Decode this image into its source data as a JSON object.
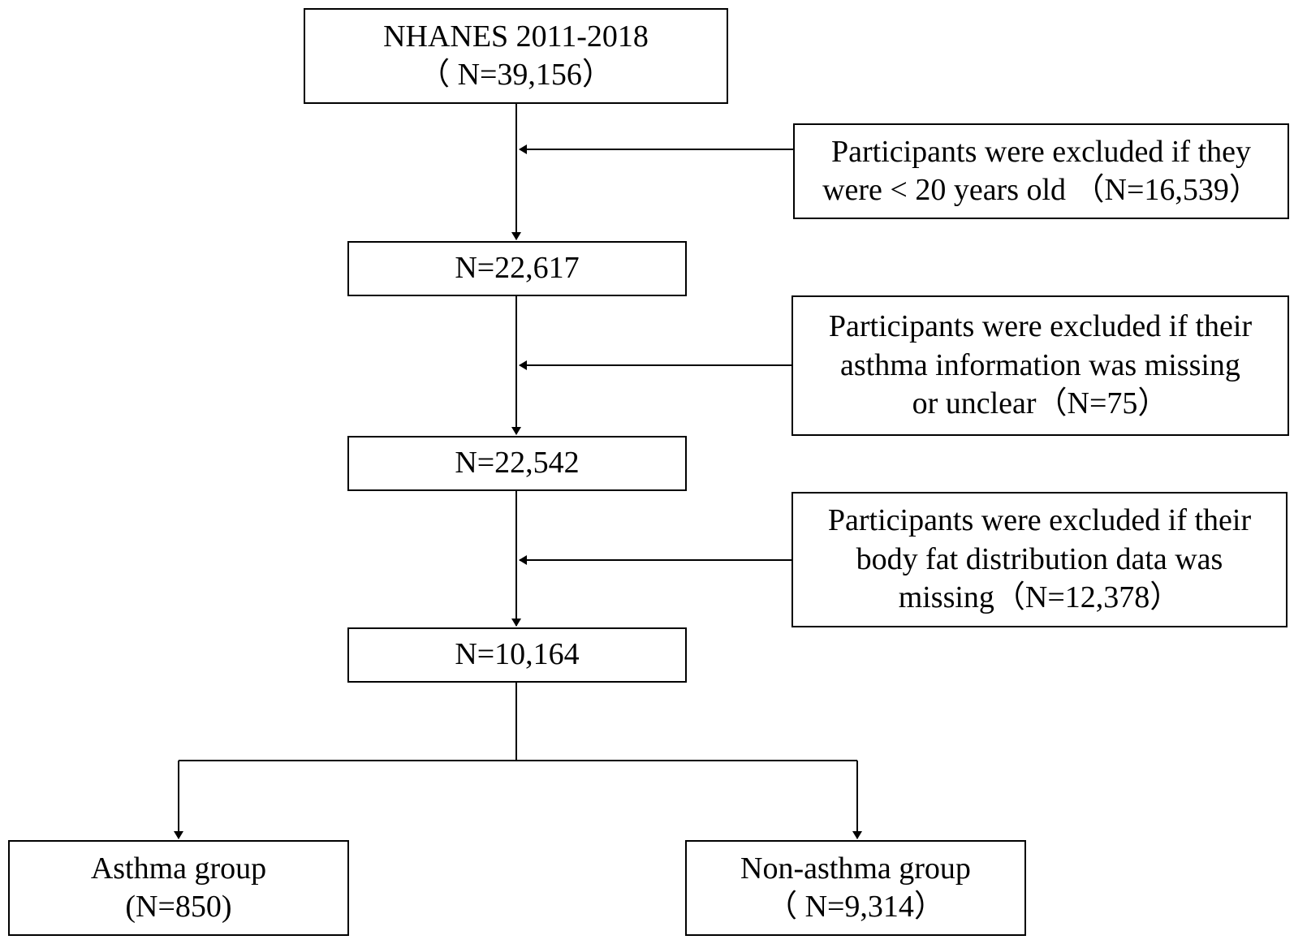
{
  "flowchart": {
    "start": {
      "line1": "NHANES 2011-2018",
      "line2": "（ N=39,156）"
    },
    "step1": {
      "line1": "N=22,617"
    },
    "step2": {
      "line1": "N=22,542"
    },
    "step3": {
      "line1": "N=10,164"
    },
    "exclusion1": {
      "line1": "Participants were excluded if they",
      "line2": "were < 20 years old （N=16,539）"
    },
    "exclusion2": {
      "line1": "Participants were excluded if their",
      "line2": "asthma information was missing",
      "line3": "or unclear（N=75）"
    },
    "exclusion3": {
      "line1": "Participants were excluded if their",
      "line2": "body fat distribution data was",
      "line3": "missing（N=12,378）"
    },
    "asthma_group": {
      "line1": "Asthma group",
      "line2": "(N=850)"
    },
    "non_asthma_group": {
      "line1": "Non-asthma group",
      "line2": "（ N=9,314）"
    }
  }
}
